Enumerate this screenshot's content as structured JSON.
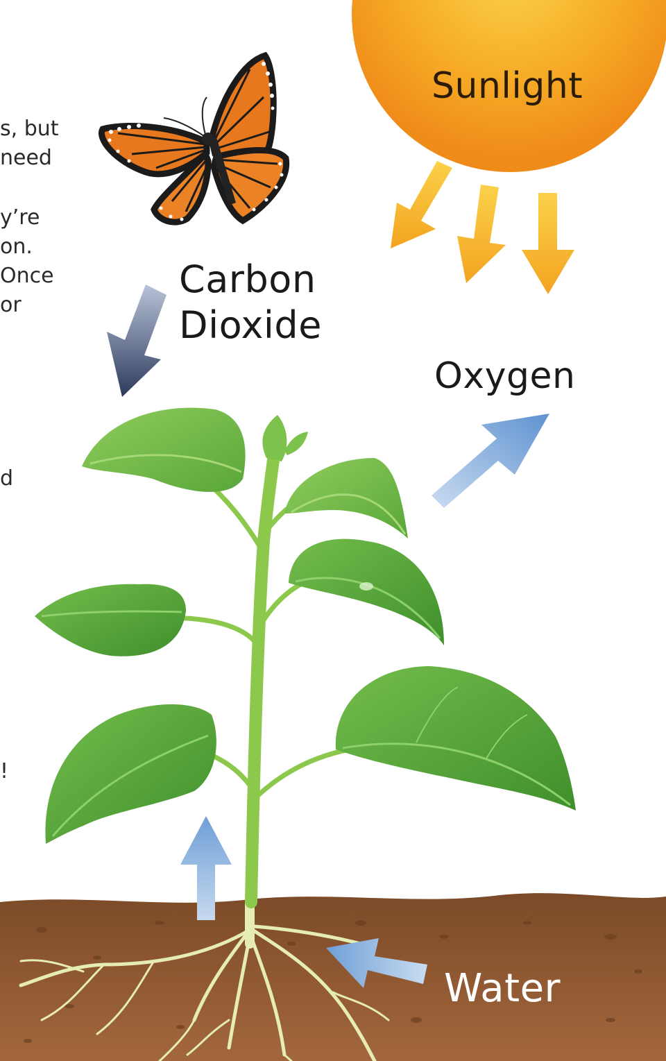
{
  "labels": {
    "sunlight": "Sunlight",
    "carbon_dioxide_line1": "Carbon",
    "carbon_dioxide_line2": "Dioxide",
    "oxygen": "Oxygen",
    "water": "Water"
  },
  "cropped_text": {
    "line1": "s, but",
    "line2": "need",
    "line3": "y’re",
    "line4": "on.",
    "line5": "Once",
    "line6": "or",
    "line7": "d",
    "line8": "!"
  },
  "colors": {
    "sun": "#f4a21c",
    "sun_arrows": "#f7b52b",
    "co2_arrow": "#3b4a6e",
    "oxygen_arrow": "#6f9fd6",
    "water_arrow": "#7fa8da",
    "leaf": "#5aa83a",
    "stem": "#8cc84b",
    "soil": "#8a5230",
    "roots": "#e9eeb0"
  },
  "icons": {
    "sun": "sun-icon",
    "butterfly": "butterfly-icon",
    "plant": "plant-icon"
  }
}
